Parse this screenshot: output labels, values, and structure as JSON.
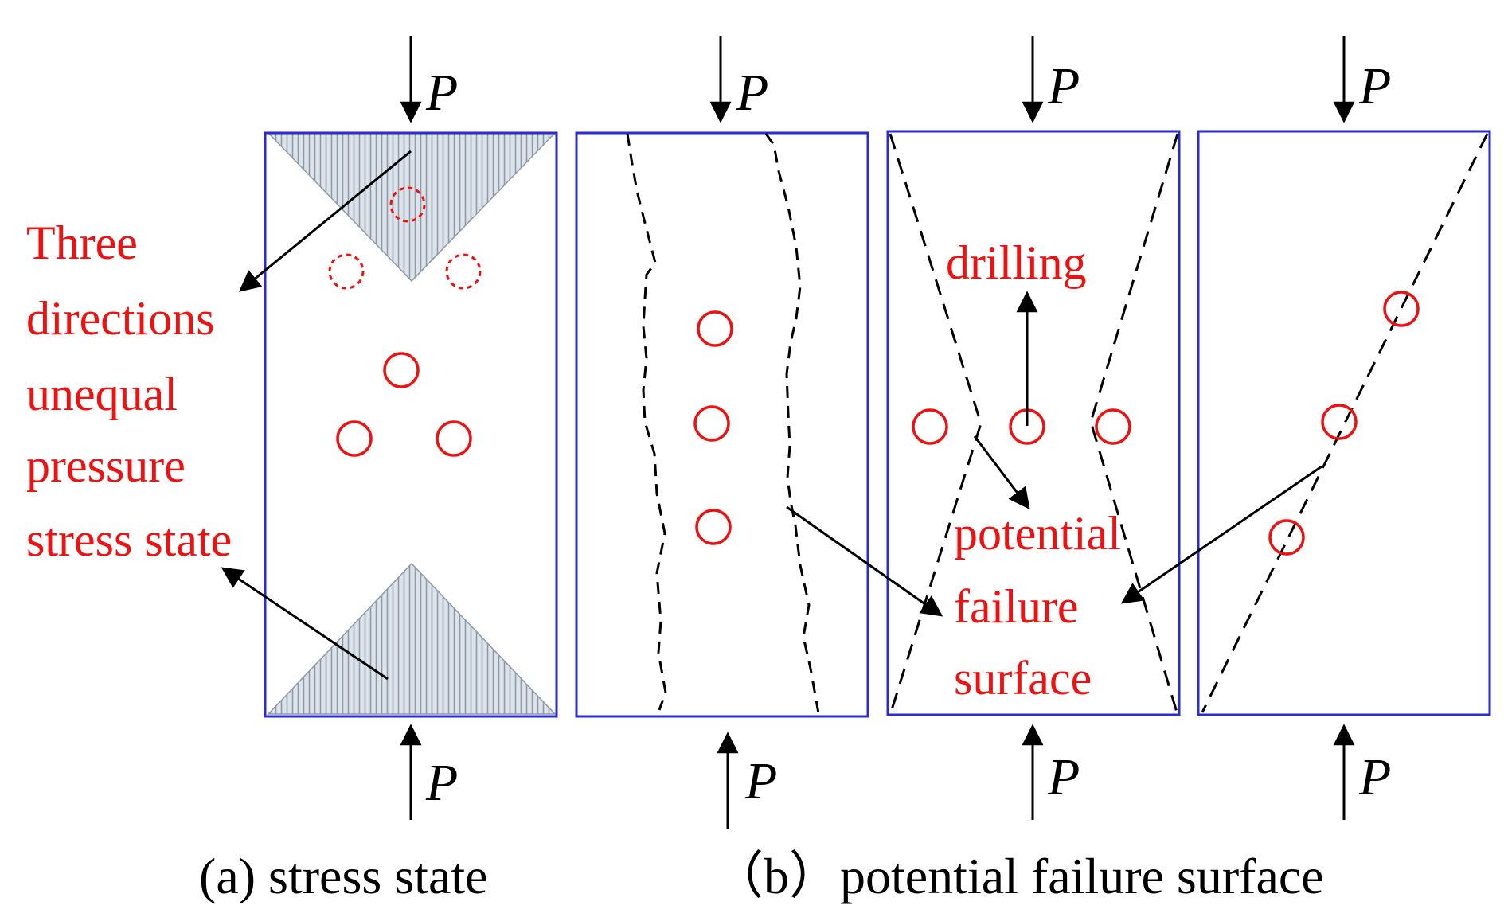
{
  "colors": {
    "frame": "#2b2bd1",
    "annotation": "#ee1111",
    "hatch": "#8d9aa8",
    "hatch_fill": "#dde3ea",
    "line": "#000000"
  },
  "load_symbol": "P",
  "annotations": {
    "stress_state_lines": [
      "Three",
      "directions",
      "unequal",
      "pressure",
      "stress state"
    ],
    "drilling": "drilling",
    "failure_surface_lines": [
      "potential",
      "failure",
      "surface"
    ]
  },
  "captions": {
    "a": "(a)  stress state",
    "b": "（b）potential failure surface"
  }
}
